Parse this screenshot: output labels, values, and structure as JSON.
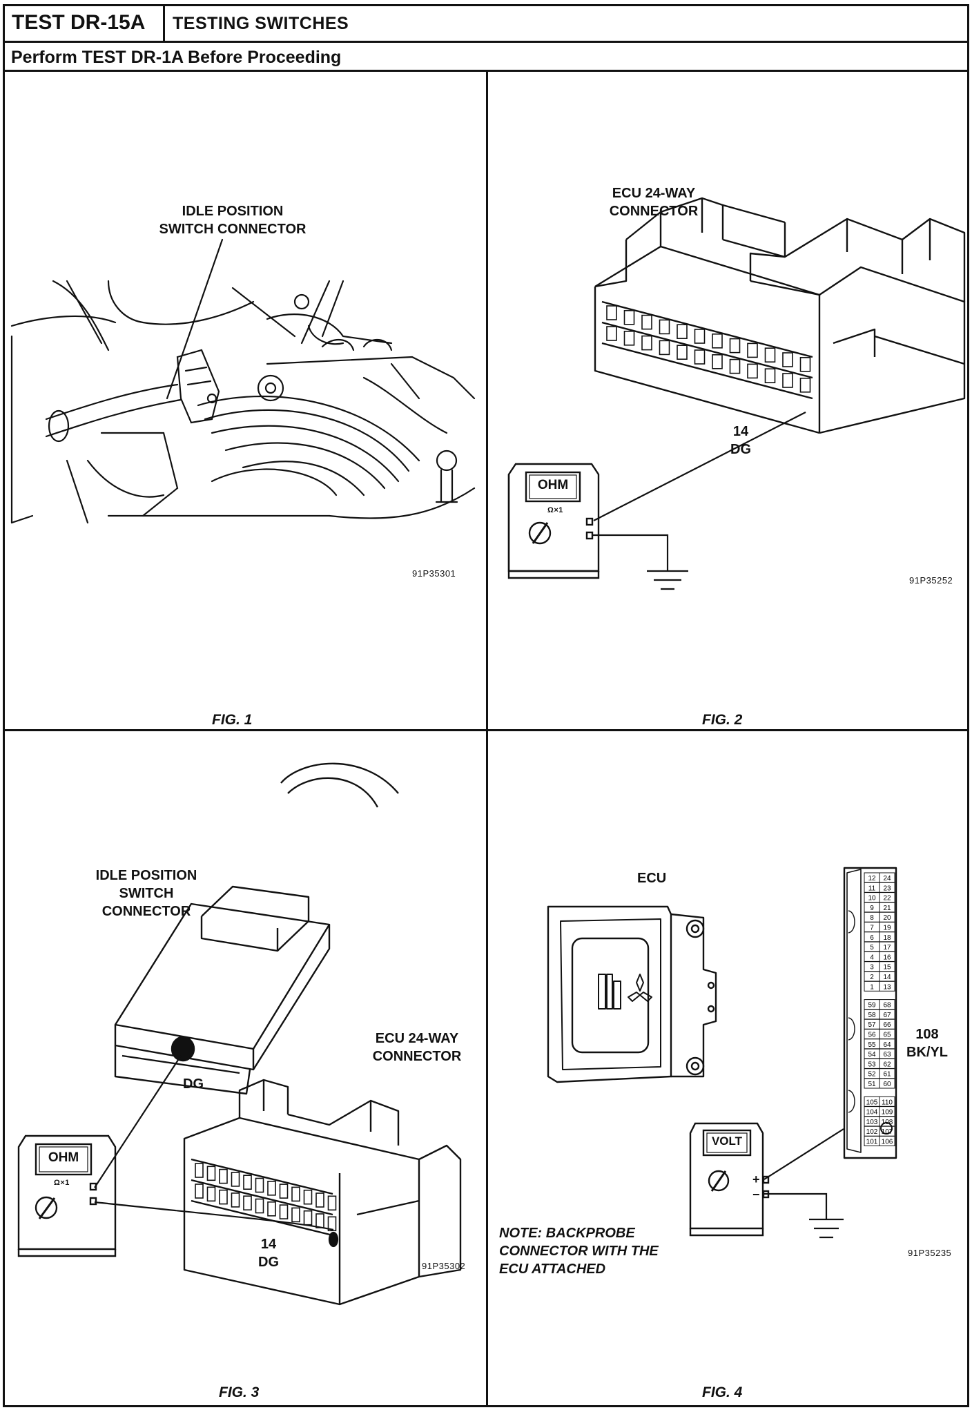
{
  "header": {
    "test_id": "TEST DR-15A",
    "title": "TESTING SWITCHES",
    "prerequisite": "Perform TEST DR-1A Before Proceeding"
  },
  "fig1": {
    "label_line1": "IDLE POSITION",
    "label_line2": "SWITCH CONNECTOR",
    "code": "91P35301",
    "caption": "FIG. 1"
  },
  "fig2": {
    "label_line1": "ECU 24-WAY",
    "label_line2": "CONNECTOR",
    "pin_number": "14",
    "pin_color": "DG",
    "meter_display": "OHM",
    "meter_range": "Ω×1",
    "code": "91P35252",
    "caption": "FIG. 2"
  },
  "fig3": {
    "switch_line1": "IDLE POSITION",
    "switch_line2": "SWITCH",
    "switch_line3": "CONNECTOR",
    "wire_color": "DG",
    "ecu_line1": "ECU 24-WAY",
    "ecu_line2": "CONNECTOR",
    "pin_number": "14",
    "pin_color": "DG",
    "meter_display": "OHM",
    "meter_range": "Ω×1",
    "code": "91P35302",
    "caption": "FIG. 3"
  },
  "fig4": {
    "ecu_label": "ECU",
    "pin_number": "108",
    "pin_color": "BK/YL",
    "meter_display": "VOLT",
    "plus": "+",
    "minus": "−",
    "note_line1": "NOTE: BACKPROBE",
    "note_line2": "CONNECTOR WITH THE",
    "note_line3": "ECU ATTACHED",
    "code": "91P35235",
    "caption": "FIG. 4",
    "pin_grid": [
      [
        "12",
        "24"
      ],
      [
        "11",
        "23"
      ],
      [
        "10",
        "22"
      ],
      [
        "9",
        "21"
      ],
      [
        "8",
        "20"
      ],
      [
        "7",
        "19"
      ],
      [
        "6",
        "18"
      ],
      [
        "5",
        "17"
      ],
      [
        "4",
        "16"
      ],
      [
        "3",
        "15"
      ],
      [
        "2",
        "14"
      ],
      [
        "1",
        "13"
      ],
      [
        "59",
        "68"
      ],
      [
        "58",
        "67"
      ],
      [
        "57",
        "66"
      ],
      [
        "56",
        "65"
      ],
      [
        "55",
        "64"
      ],
      [
        "54",
        "63"
      ],
      [
        "53",
        "62"
      ],
      [
        "52",
        "61"
      ],
      [
        "51",
        "60"
      ],
      [
        "105",
        "110"
      ],
      [
        "104",
        "109"
      ],
      [
        "103",
        "108"
      ],
      [
        "102",
        "107"
      ],
      [
        "101",
        "106"
      ]
    ]
  }
}
